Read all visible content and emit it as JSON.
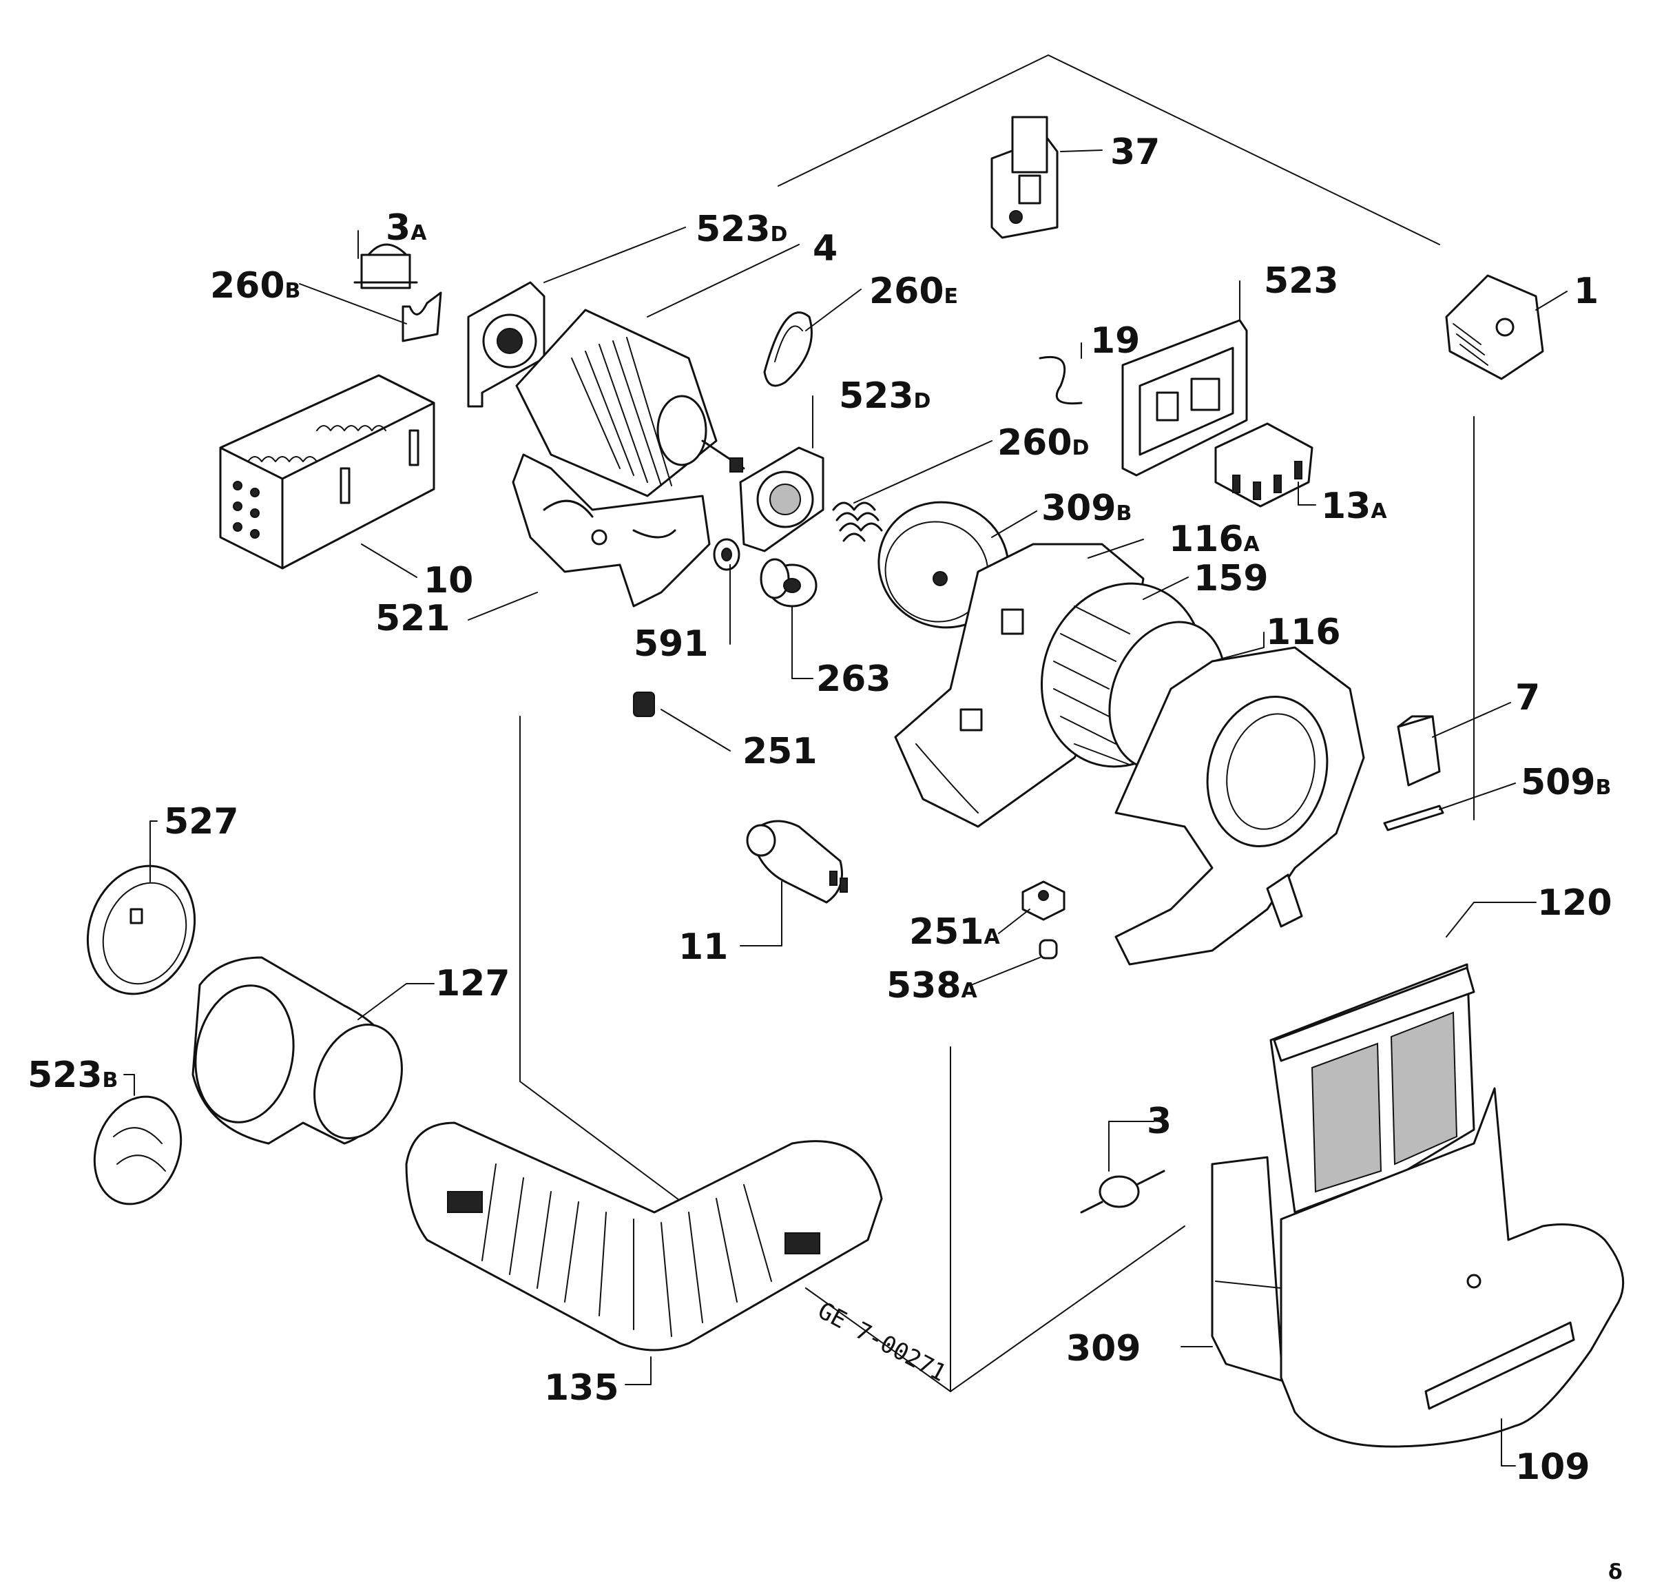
{
  "parts": [
    {
      "id": "p1",
      "main": "1",
      "suffix": ""
    },
    {
      "id": "p3",
      "main": "3",
      "suffix": ""
    },
    {
      "id": "p3a",
      "main": "3",
      "suffix": "A"
    },
    {
      "id": "p4",
      "main": "4",
      "suffix": ""
    },
    {
      "id": "p7",
      "main": "7",
      "suffix": ""
    },
    {
      "id": "p10",
      "main": "10",
      "suffix": ""
    },
    {
      "id": "p11",
      "main": "11",
      "suffix": ""
    },
    {
      "id": "p13a",
      "main": "13",
      "suffix": "A"
    },
    {
      "id": "p19",
      "main": "19",
      "suffix": ""
    },
    {
      "id": "p37",
      "main": "37",
      "suffix": ""
    },
    {
      "id": "p109",
      "main": "109",
      "suffix": ""
    },
    {
      "id": "p116",
      "main": "116",
      "suffix": ""
    },
    {
      "id": "p116a",
      "main": "116",
      "suffix": "A"
    },
    {
      "id": "p120",
      "main": "120",
      "suffix": ""
    },
    {
      "id": "p127",
      "main": "127",
      "suffix": ""
    },
    {
      "id": "p135",
      "main": "135",
      "suffix": ""
    },
    {
      "id": "p159",
      "main": "159",
      "suffix": ""
    },
    {
      "id": "p251",
      "main": "251",
      "suffix": ""
    },
    {
      "id": "p251a",
      "main": "251",
      "suffix": "A"
    },
    {
      "id": "p260b",
      "main": "260",
      "suffix": "B"
    },
    {
      "id": "p260d",
      "main": "260",
      "suffix": "D"
    },
    {
      "id": "p260e",
      "main": "260",
      "suffix": "E"
    },
    {
      "id": "p263",
      "main": "263",
      "suffix": ""
    },
    {
      "id": "p309",
      "main": "309",
      "suffix": ""
    },
    {
      "id": "p309b",
      "main": "309",
      "suffix": "B"
    },
    {
      "id": "p509b",
      "main": "509",
      "suffix": "B"
    },
    {
      "id": "p521",
      "main": "521",
      "suffix": ""
    },
    {
      "id": "p523",
      "main": "523",
      "suffix": ""
    },
    {
      "id": "p523b",
      "main": "523",
      "suffix": "B"
    },
    {
      "id": "p523d1",
      "main": "523",
      "suffix": "D"
    },
    {
      "id": "p523d2",
      "main": "523",
      "suffix": "D"
    },
    {
      "id": "p527",
      "main": "527",
      "suffix": ""
    },
    {
      "id": "p538a",
      "main": "538",
      "suffix": "A"
    },
    {
      "id": "p591",
      "main": "591",
      "suffix": ""
    }
  ],
  "drawing_ref": "GE 7-00271",
  "corner_mark": "δ"
}
